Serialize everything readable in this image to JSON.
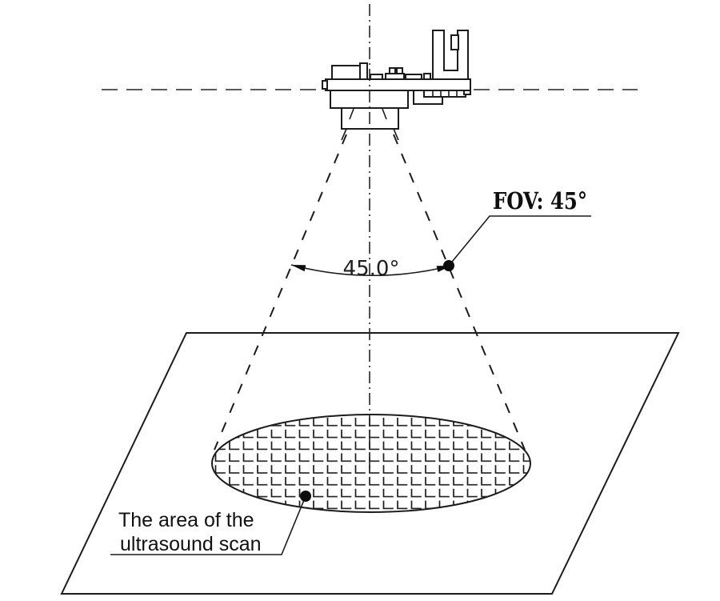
{
  "diagram": {
    "type": "technical-drawing",
    "subject": "ultrasound sensor field of view",
    "fov_callout": {
      "label": "FOV: 45°"
    },
    "angle_dimension": {
      "label": "45.0°",
      "degrees": 45.0
    },
    "scan_area_callout": {
      "line1": "The area of the",
      "line2": "ultrasound scan"
    },
    "colors": {
      "ink": "#1c1c1c",
      "background": "#ffffff"
    }
  }
}
